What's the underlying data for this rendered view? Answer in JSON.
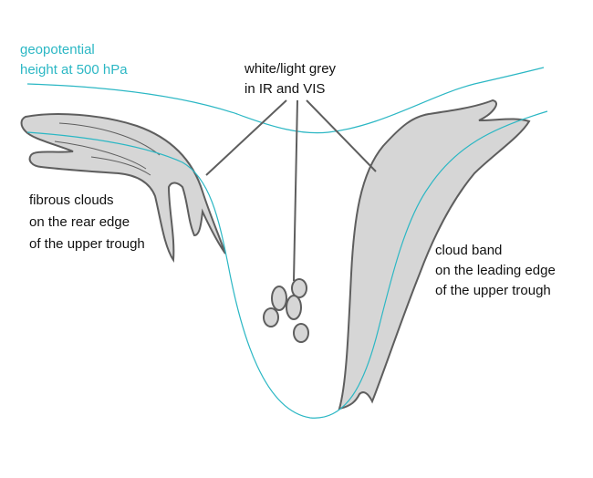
{
  "legend": {
    "line1": "geopotential",
    "line2": "height at 500 hPa",
    "color": "#2bb7c4"
  },
  "pointer_label": {
    "line1": "white/light grey",
    "line2": "in IR and VIS"
  },
  "left_label": {
    "line1": "fibrous clouds",
    "line2": "on the rear edge",
    "line3": "of the upper trough"
  },
  "right_label": {
    "line1": "cloud band",
    "line2": "on the leading edge",
    "line3": "of the upper trough"
  },
  "colors": {
    "cloud_fill": "#d6d6d6",
    "cloud_stroke": "#5e5e5e",
    "contour": "#2bb7c4"
  }
}
